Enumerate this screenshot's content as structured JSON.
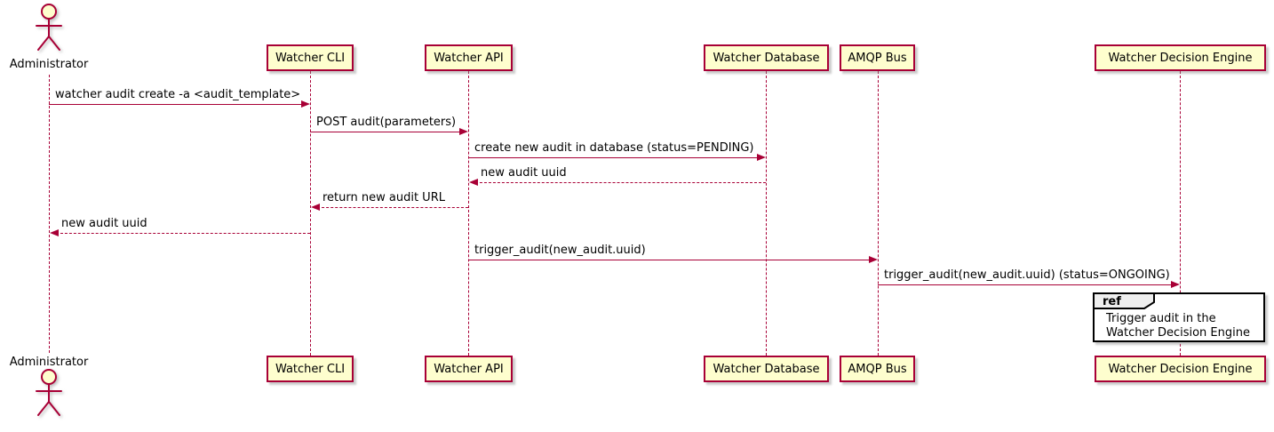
{
  "diagram_type": "uml-sequence-diagram",
  "colors": {
    "participant_fill": "#FEFECE",
    "participant_border": "#A80036",
    "message_line": "#A80036",
    "lifeline": "#A80036",
    "text": "#000000",
    "ref_border": "#000000",
    "ref_header_fill": "#EEEEEE",
    "ref_fill": "#FFFFFF"
  },
  "actor": {
    "label": "Administrator"
  },
  "participants": [
    {
      "id": "cli",
      "label": "Watcher CLI"
    },
    {
      "id": "api",
      "label": "Watcher API"
    },
    {
      "id": "db",
      "label": "Watcher Database"
    },
    {
      "id": "amqp",
      "label": "AMQP Bus"
    },
    {
      "id": "wde",
      "label": "Watcher Decision Engine"
    }
  ],
  "messages": [
    {
      "from": "administrator",
      "to": "cli",
      "label": "watcher audit create -a <audit_template>",
      "style": "solid"
    },
    {
      "from": "cli",
      "to": "api",
      "label": "POST audit(parameters)",
      "style": "solid"
    },
    {
      "from": "api",
      "to": "db",
      "label": "create new audit in database (status=PENDING)",
      "style": "solid"
    },
    {
      "from": "db",
      "to": "api",
      "label": "new audit uuid",
      "style": "dashed"
    },
    {
      "from": "api",
      "to": "cli",
      "label": "return new audit URL",
      "style": "dashed"
    },
    {
      "from": "cli",
      "to": "administrator",
      "label": "new audit uuid",
      "style": "dashed"
    },
    {
      "from": "api",
      "to": "amqp",
      "label": "trigger_audit(new_audit.uuid)",
      "style": "solid"
    },
    {
      "from": "amqp",
      "to": "wde",
      "label": "trigger_audit(new_audit.uuid) (status=ONGOING)",
      "style": "solid"
    }
  ],
  "ref": {
    "keyword": "ref",
    "over": "wde",
    "lines": [
      "Trigger audit in the",
      "Watcher Decision Engine"
    ]
  }
}
